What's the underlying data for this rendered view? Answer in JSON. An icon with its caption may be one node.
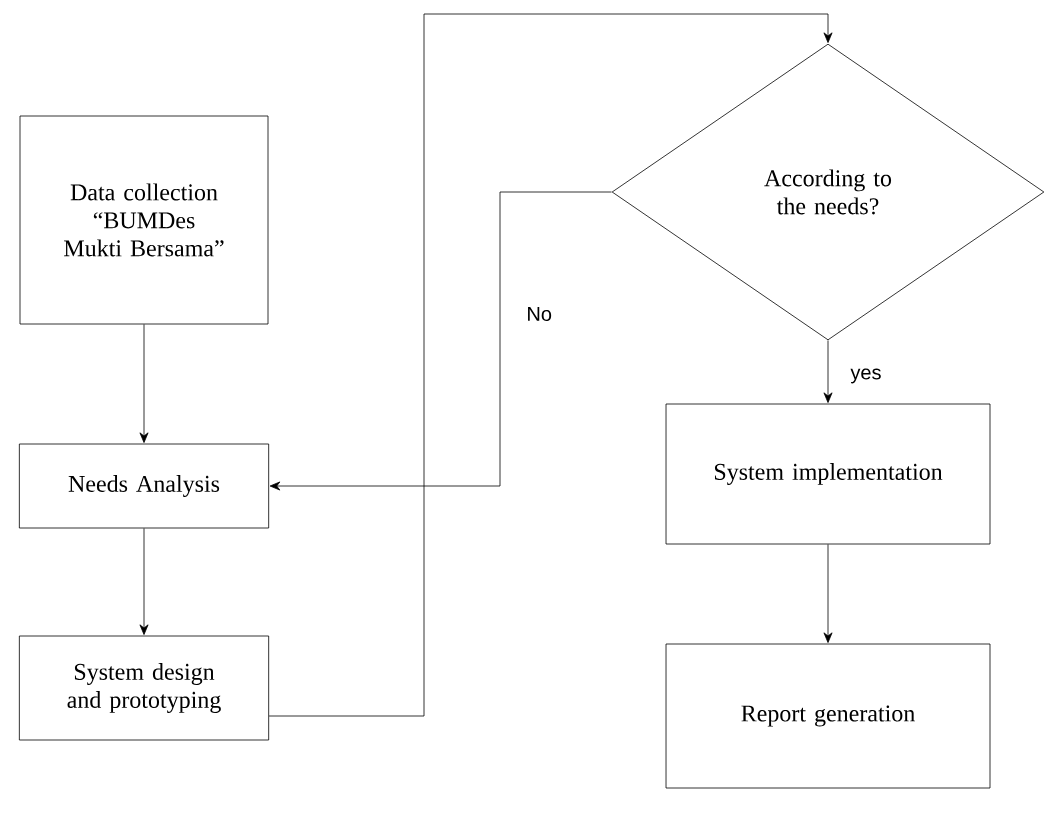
{
  "diagram": {
    "nodes": [
      {
        "text": [
          "Data collection “BUMDes Mukti Bersama”"
        ]
      },
      {
        "text": [
          "Needs Analysis"
        ]
      },
      {
        "text": [
          "System design and prototyping"
        ]
      },
      {
        "text": [
          "According to the needs?"
        ]
      },
      {
        "text": [
          "System implementation"
        ]
      },
      {
        "text": [
          "Report generation"
        ]
      }
    ],
    "edges": [
      {
        "from": 0,
        "to": 1,
        "arrow": "to"
      },
      {
        "from": 1,
        "to": 2,
        "arrow": "to"
      },
      {
        "from": 2,
        "to": 3,
        "arrow": "to"
      },
      {
        "from": 3,
        "to": 1,
        "arrow": "to",
        "label": "No"
      },
      {
        "from": 3,
        "to": 4,
        "arrow": "to",
        "label": "yes"
      },
      {
        "from": 4,
        "to": 5,
        "arrow": "to"
      }
    ]
  }
}
